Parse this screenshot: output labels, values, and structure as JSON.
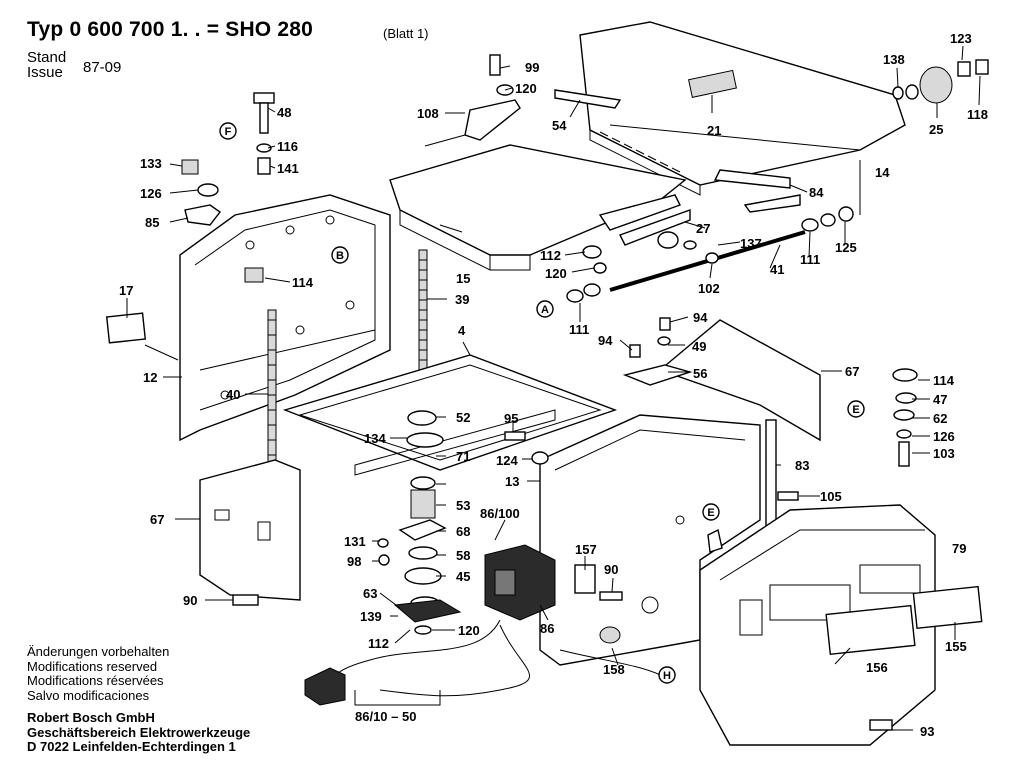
{
  "header": {
    "type_label": "Typ",
    "type_number": "0 600 700 1. . =",
    "model": "SHO 280",
    "sheet": "(Blatt 1)",
    "stand_label": "Stand",
    "issue_label": "Issue",
    "issue_value": "87-09"
  },
  "footer": {
    "lines": [
      "Änderungen vorbehalten",
      "Modifications reserved",
      "Modifications réservées",
      "Salvo modificaciones"
    ],
    "company": [
      "Robert Bosch GmbH",
      "Geschäftsbereich Elektrowerkzeuge",
      "D 7022 Leinfelden-Echterdingen 1"
    ]
  },
  "callouts": [
    "99",
    "120",
    "108",
    "54",
    "48",
    "116",
    "141",
    "133",
    "126",
    "85",
    "114",
    "17",
    "12",
    "40",
    "39",
    "15",
    "4",
    "21",
    "138",
    "123",
    "25",
    "118",
    "14",
    "84",
    "27",
    "137",
    "112",
    "120",
    "41",
    "111",
    "125",
    "102",
    "111",
    "94",
    "49",
    "56",
    "67",
    "94",
    "52",
    "134",
    "95",
    "124",
    "13",
    "83",
    "105",
    "114",
    "47",
    "62",
    "126",
    "103",
    "71",
    "53",
    "68",
    "58",
    "45",
    "67",
    "131",
    "98",
    "63",
    "139",
    "86/100",
    "157",
    "90",
    "86",
    "90",
    "112",
    "120",
    "158",
    "79",
    "155",
    "156",
    "86/10 – 50",
    "93"
  ],
  "refs": [
    "F",
    "B",
    "A",
    "E",
    "E",
    "H"
  ]
}
